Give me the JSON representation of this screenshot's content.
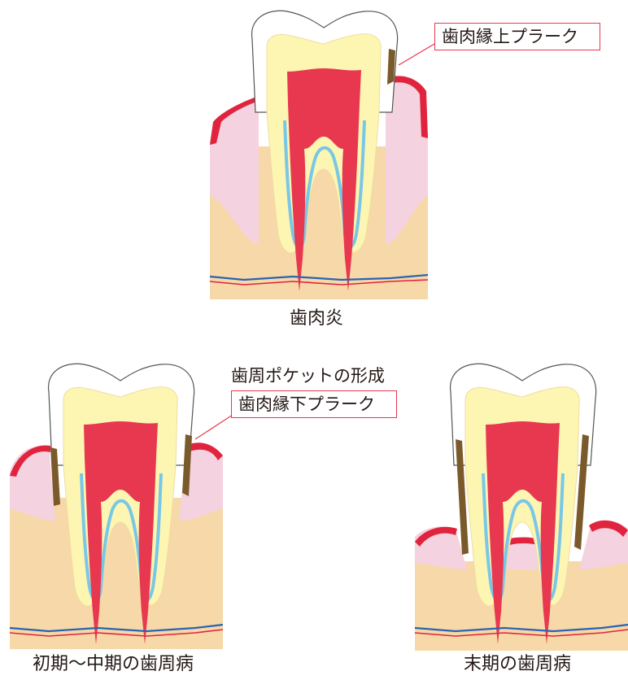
{
  "panels": {
    "gingivitis": {
      "caption": "歯肉炎",
      "callout": "歯肉縁上プラーク"
    },
    "early_mid": {
      "caption": "初期〜中期の歯周病",
      "pocket_label": "歯周ポケットの形成",
      "callout": "歯肉縁下プラーク"
    },
    "late": {
      "caption": "末期の歯周病"
    }
  },
  "colors": {
    "bone": "#f7d8a8",
    "gum": "#f5d2df",
    "gum_edge": "#e0243e",
    "enamel": "#ffffff",
    "dentin": "#fdf6b3",
    "pulp": "#e8384f",
    "nerve_outline": "#79c7e6",
    "plaque": "#7a5a2a",
    "vessel_blue": "#2a63b2",
    "vessel_red": "#e0243e",
    "callout_border": "#e8384f"
  }
}
